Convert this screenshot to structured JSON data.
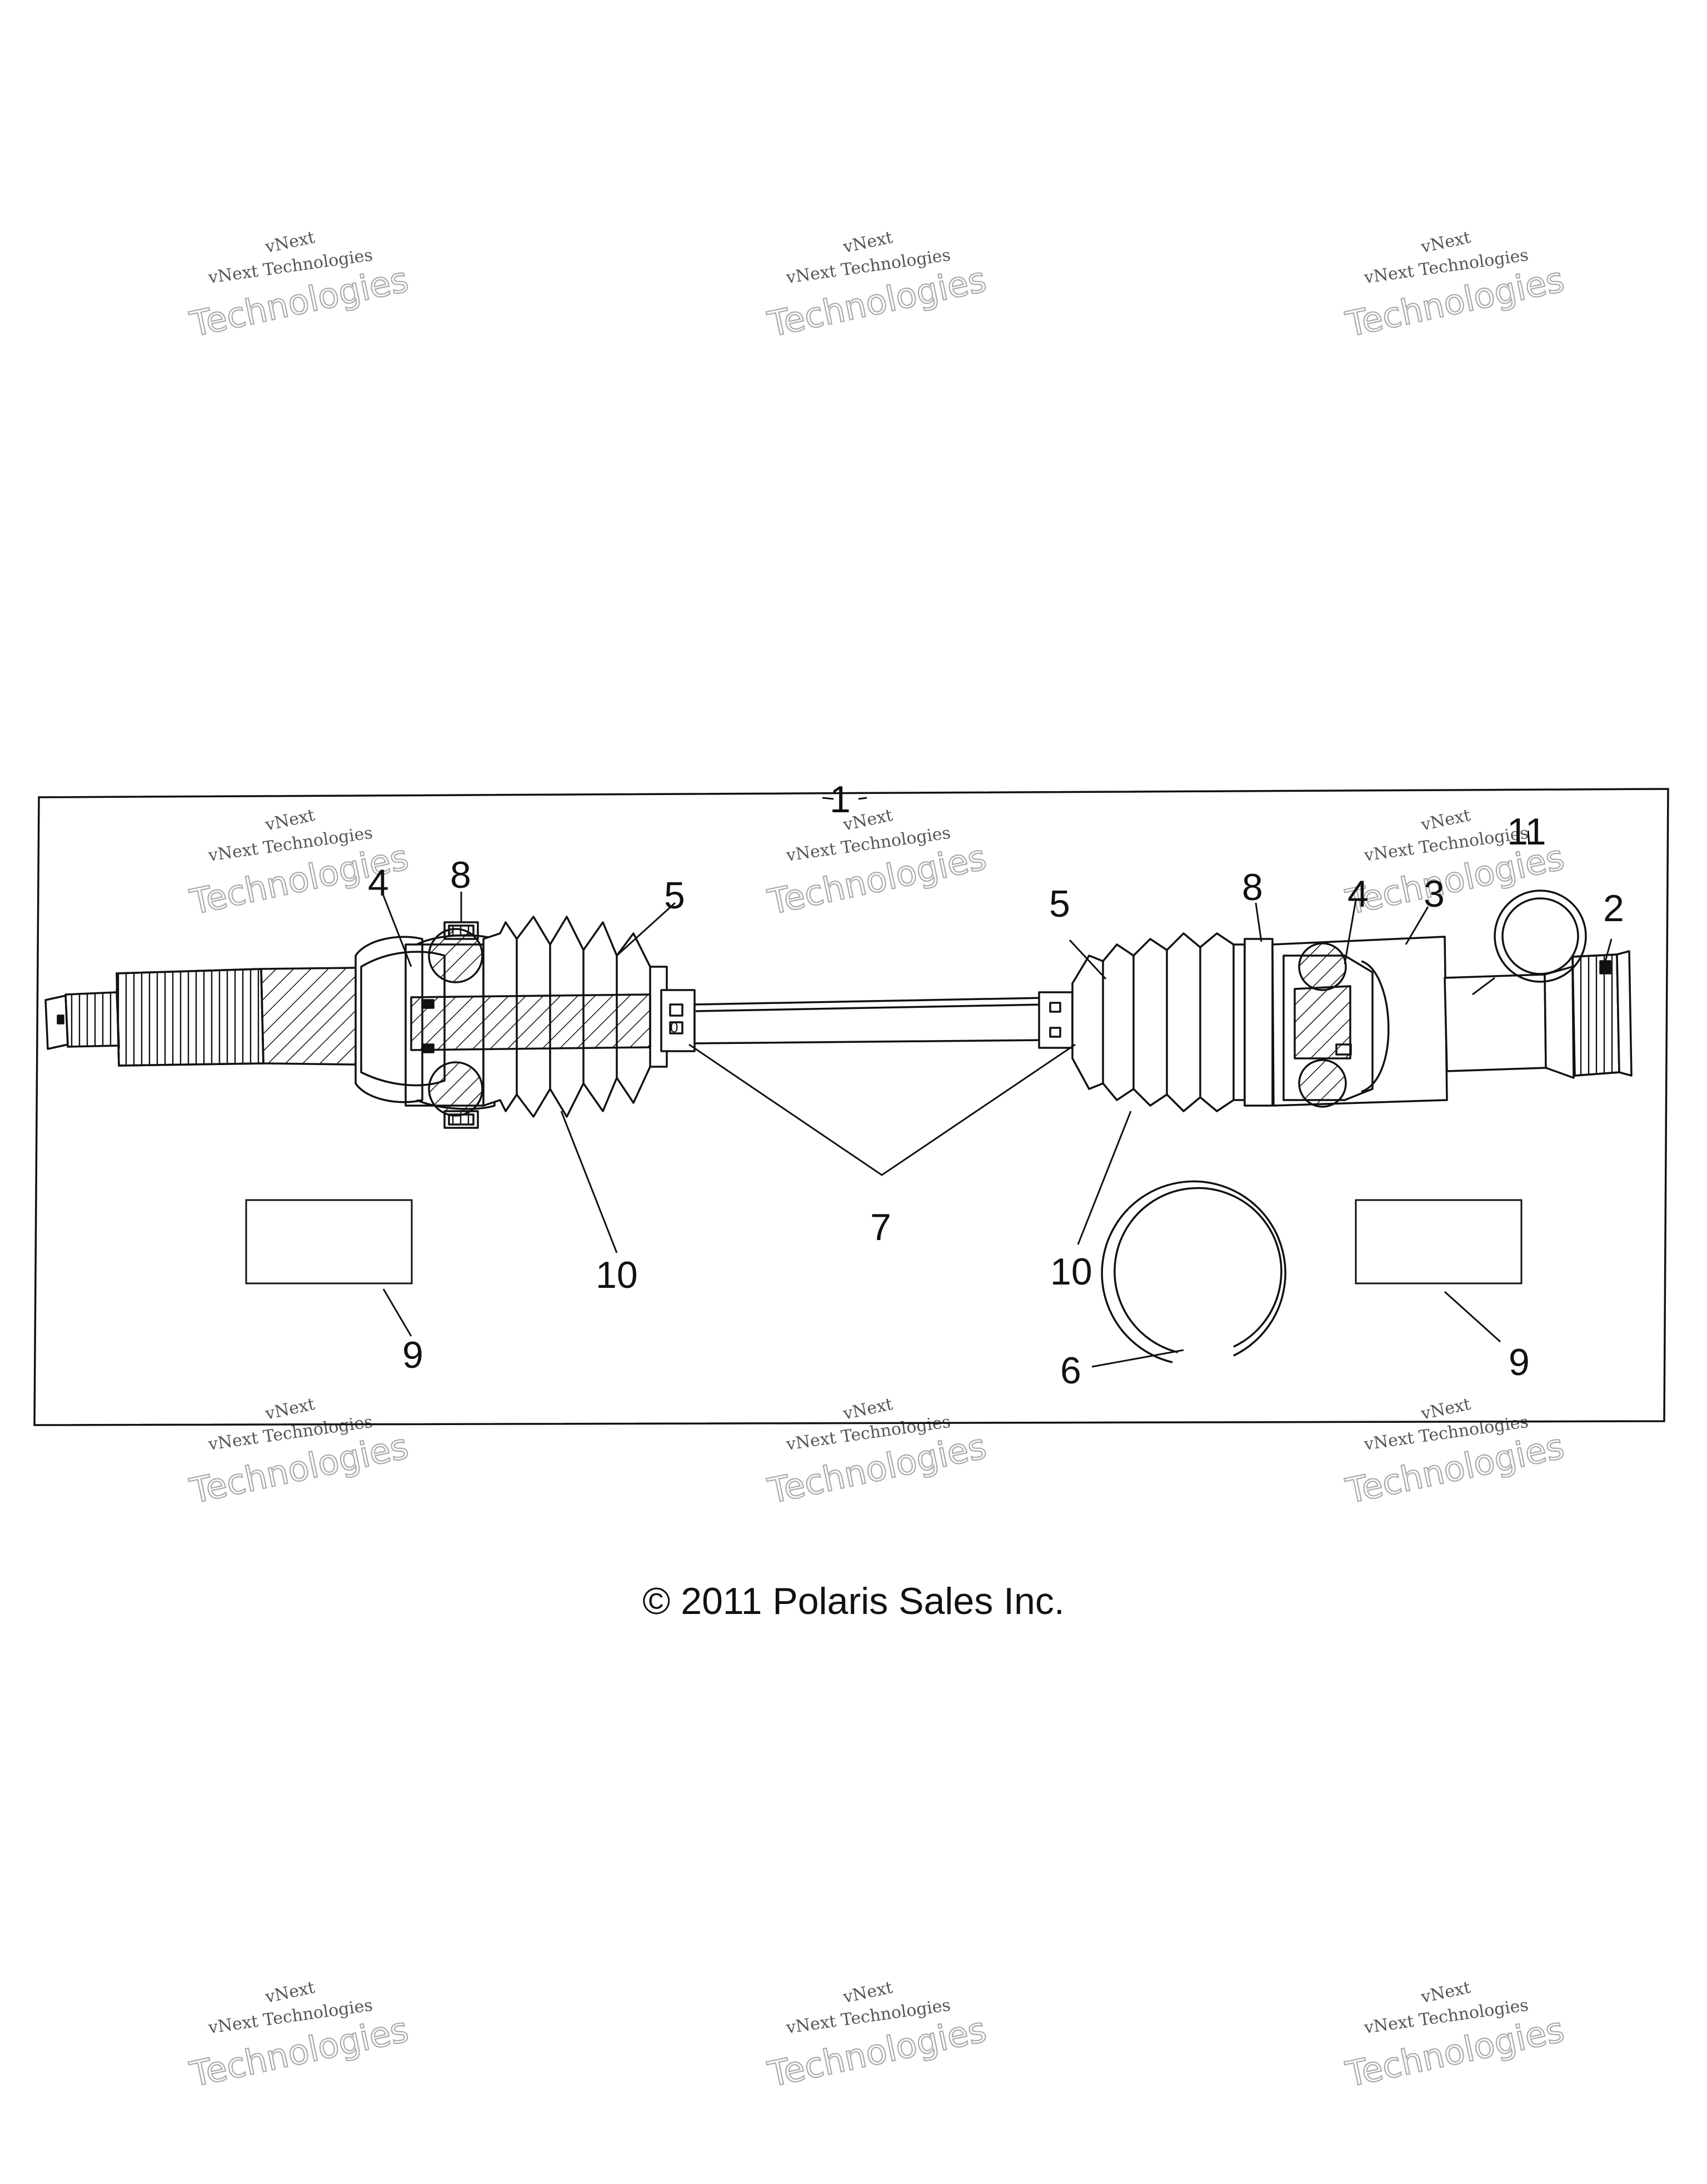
{
  "watermark": {
    "line1": "vNext",
    "line2": "vNext Technologies",
    "line3": "Technologies"
  },
  "callouts": {
    "c1": "1",
    "c2": "2",
    "c3": "3",
    "c4_left": "4",
    "c4_right": "4",
    "c5_left": "5",
    "c5_right": "5",
    "c6": "6",
    "c7": "7",
    "c8_left": "8",
    "c8_right": "8",
    "c9_left": "9",
    "c9_right": "9",
    "c10_left": "10",
    "c10_right": "10",
    "c11": "11"
  },
  "footer": {
    "copyright": "© 2011 Polaris Sales Inc."
  },
  "colors": {
    "line": "#111111",
    "watermark_outline": "#aaaaaa",
    "watermark_text": "#555555"
  }
}
